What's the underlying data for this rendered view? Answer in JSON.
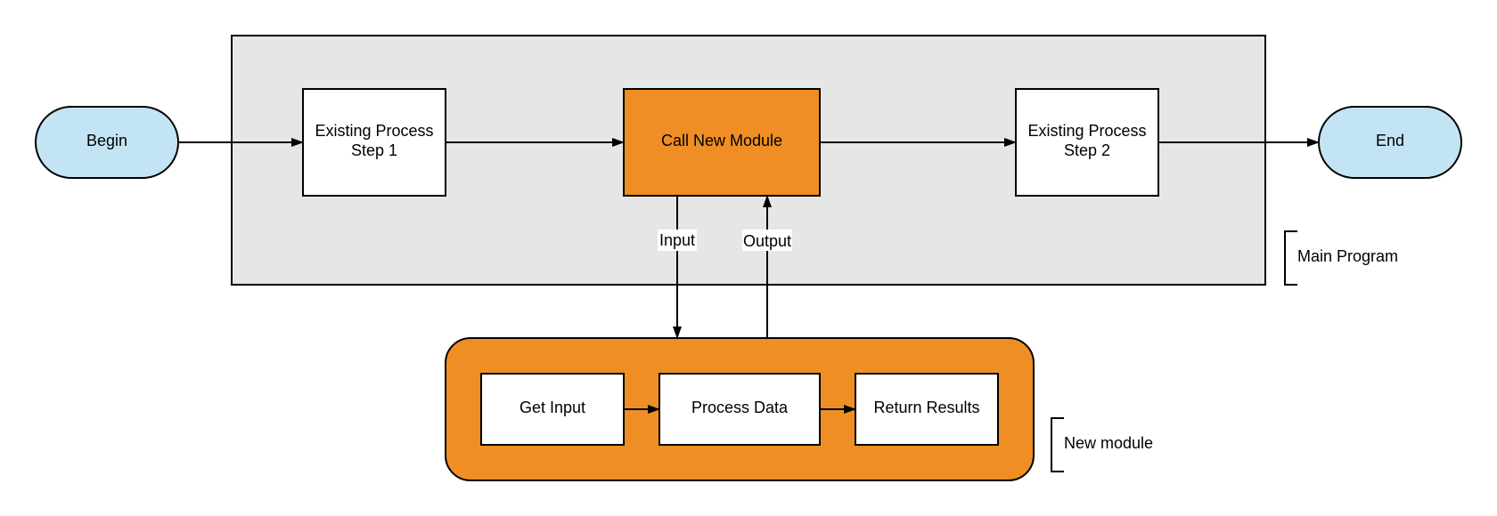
{
  "colors": {
    "terminal_fill": "#C3E4F5",
    "container_fill": "#E6E6E6",
    "accent_orange": "#EF8E24",
    "box_fill": "#FFFFFF",
    "stroke": "#000000"
  },
  "nodes": {
    "begin": "Begin",
    "step1": [
      "Existing Process",
      "Step 1"
    ],
    "call_module": "Call New Module",
    "step2": [
      "Existing Process",
      "Step 2"
    ],
    "end": "End",
    "get_input": "Get Input",
    "process_data": "Process Data",
    "return_results": "Return Results"
  },
  "edge_labels": {
    "input": "Input",
    "output": "Output"
  },
  "groups": {
    "main_program": "Main Program",
    "new_module": "New module"
  }
}
